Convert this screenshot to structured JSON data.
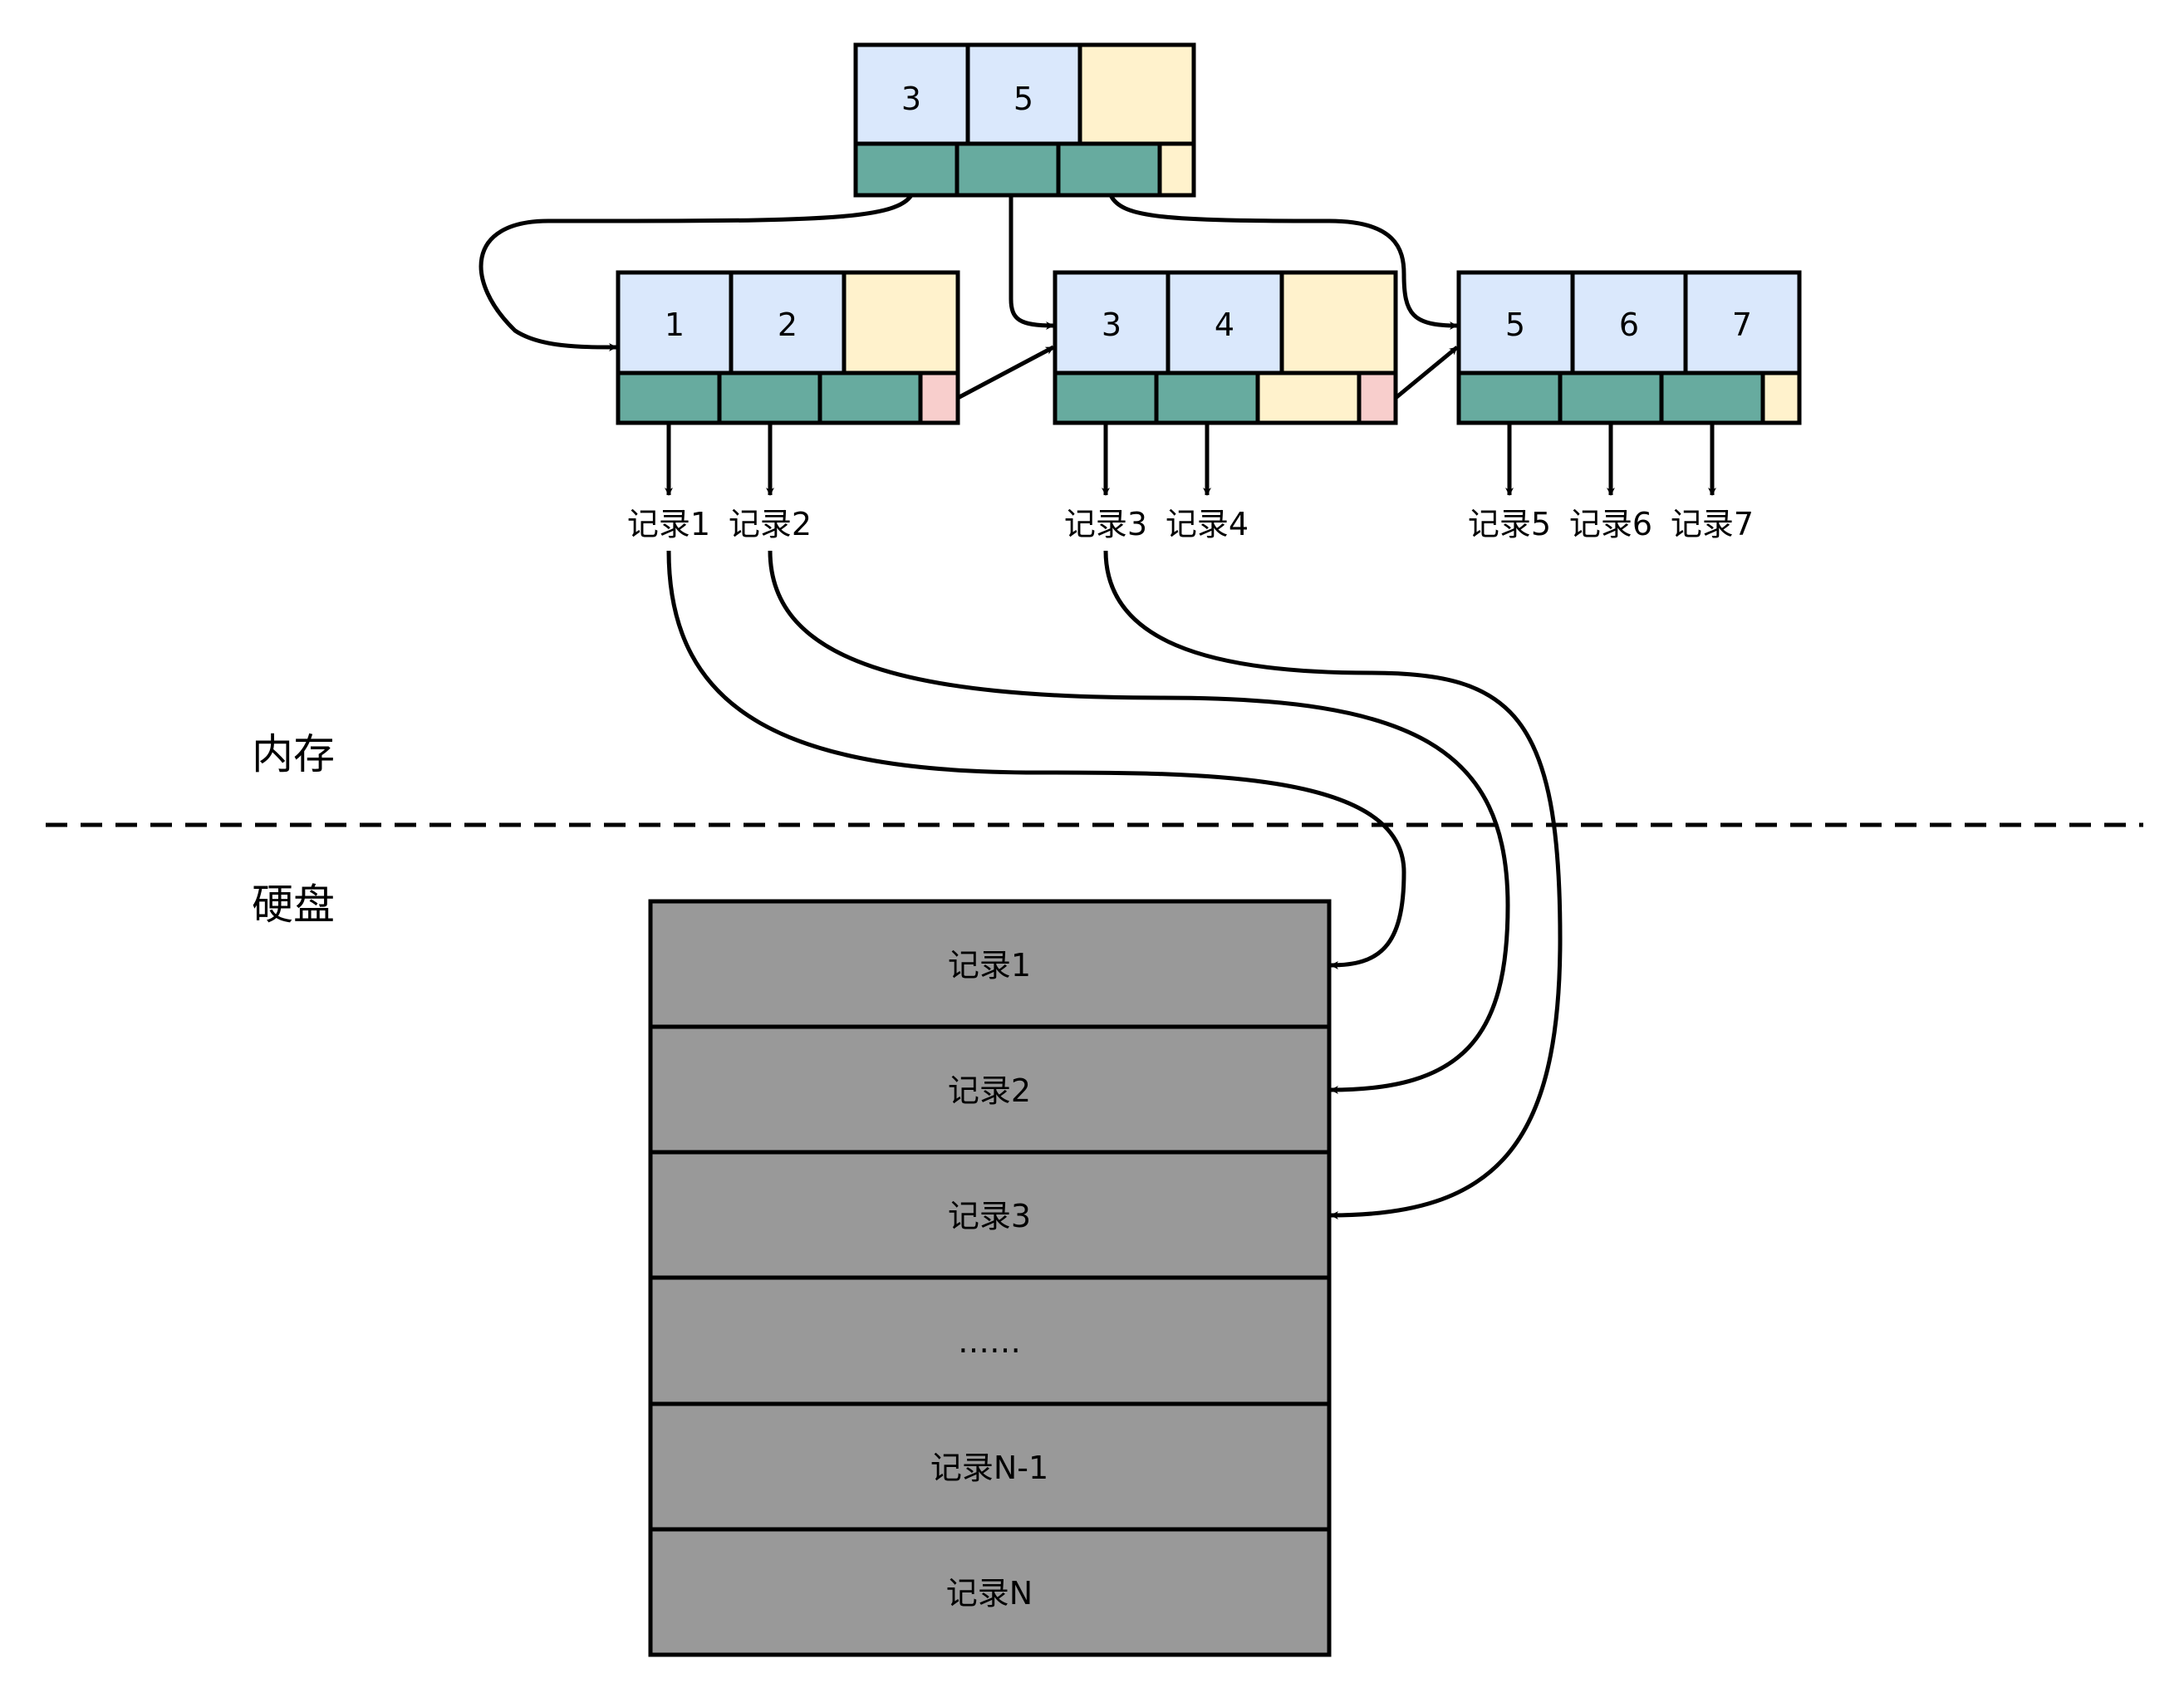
{
  "colors": {
    "key_fill": "#dae8fc",
    "empty_fill": "#fff2cc",
    "pointer_fill": "#67ab9f",
    "next_fill": "#f8cecc",
    "disk_fill": "#999999",
    "stroke": "#000000"
  },
  "tree": {
    "root": {
      "keys": [
        "3",
        "5"
      ]
    },
    "leaves": [
      {
        "keys": [
          "1",
          "2"
        ],
        "records": [
          "记录1",
          "记录2"
        ]
      },
      {
        "keys": [
          "3",
          "4"
        ],
        "records": [
          "记录3",
          "记录4"
        ]
      },
      {
        "keys": [
          "5",
          "6",
          "7"
        ],
        "records": [
          "记录5",
          "记录6",
          "记录7"
        ]
      }
    ]
  },
  "regions": {
    "memory_label": "内存",
    "disk_label": "硬盘"
  },
  "disk": {
    "rows": [
      "记录1",
      "记录2",
      "记录3",
      "……",
      "记录N-1",
      "记录N"
    ]
  }
}
